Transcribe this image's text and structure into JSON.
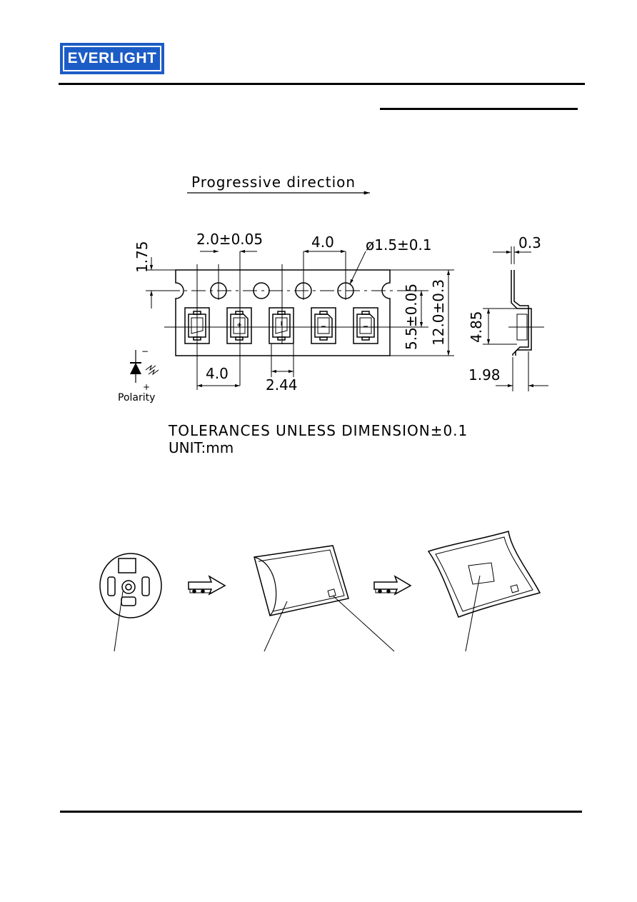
{
  "header": {
    "logo_text": "EVERLIGHT",
    "logo_color": "#1c5cc6"
  },
  "tape_drawing": {
    "direction_label": "Progressive direction",
    "dimensions": {
      "sprocket_pitch": "2.0±0.05",
      "hole_pitch": "4.0",
      "hole_diameter": "ø1.5±0.1",
      "edge_offset": "1.75",
      "cavity_offset": "5.5±0.05",
      "tape_width": "12.0±0.3",
      "cavity_pitch": "4.0",
      "cavity_width": "2.44",
      "thickness": "0.3",
      "cavity_depth": "4.85",
      "overall_depth": "1.98"
    },
    "polarity": {
      "label": "Polarity",
      "minus": "−",
      "plus": "+"
    },
    "notes": {
      "tolerance": "TOLERANCES UNLESS DIMENSION±0.1",
      "unit": "UNIT:mm"
    }
  }
}
